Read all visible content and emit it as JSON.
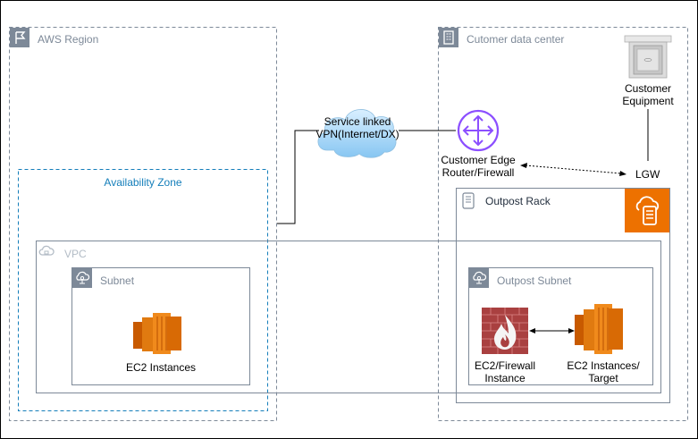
{
  "region": {
    "label": "AWS Region"
  },
  "datacenter": {
    "label": "Cutomer data center"
  },
  "az": {
    "label": "Availability Zone"
  },
  "vpc": {
    "label": "VPC"
  },
  "subnet": {
    "label": "Subnet"
  },
  "outpost_rack": {
    "label": "Outpost Rack"
  },
  "outpost_subnet": {
    "label": "Outpost Subnet"
  },
  "vpn": {
    "line1": "Service linked",
    "line2": "VPN(Internet/DX)"
  },
  "customer_router": {
    "line1": "Customer Edge",
    "line2": "Router/Firewall"
  },
  "customer_equipment": {
    "line1": "Customer",
    "line2": "Equipment"
  },
  "lgw": {
    "label": "LGW"
  },
  "ec2_subnet": {
    "label": "EC2 Instances"
  },
  "ec2_firewall": {
    "line1": "EC2/Firewall",
    "line2": "Instance"
  },
  "ec2_target": {
    "line1": "EC2 Instances/",
    "line2": "Target"
  },
  "colors": {
    "border_grey": "#7d8998",
    "az_blue": "#147eba",
    "ec2_orange": "#ed7100",
    "router_purple": "#8c4fff",
    "outpost_orange": "#ed7100",
    "firewall_brick": "#c7131f",
    "cloud_blue": "#9fd3f5"
  }
}
